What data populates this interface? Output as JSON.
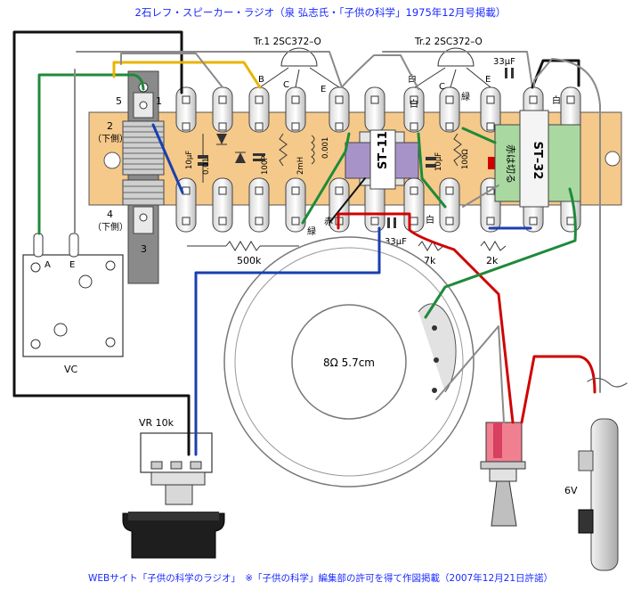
{
  "header": {
    "title": "2石レフ・スピーカー・ラジオ（泉 弘志氏・「子供の科学」1975年12月号掲載）"
  },
  "footer": {
    "text": "WEBサイト「子供の科学のラジオ」　※「子供の科学」編集部の許可を得て作図掲載（2007年12月21日許諾）"
  },
  "transistors": {
    "tr1": "Tr.1 2SC372–O",
    "tr2": "Tr.2 2SC372–O"
  },
  "pins": {
    "b1": "B",
    "c1": "C",
    "e1": "E",
    "b2": "白",
    "c2": "C",
    "e2": "E"
  },
  "coil": {
    "pin5": "5",
    "pin1": "1",
    "pin2": "2",
    "pin2_sub": "（下側）",
    "pin4": "4",
    "pin4_sub": "（下側）",
    "pin3": "3"
  },
  "capacitors": {
    "c_10uF_a": "10μF",
    "c_001_a": "0.01",
    "c_100p": "100P",
    "c_2mH": "2mH",
    "c_001_b": "0.001",
    "c_10uF_b": "10μF",
    "c_33uF_a": "33μF",
    "c_33uF_b": "33μF",
    "r_100": "100Ω"
  },
  "transformers": {
    "st11": "ST–11",
    "st32": "ST–32",
    "cut_red": "赤は切る"
  },
  "wire_labels": {
    "midori_a": "緑",
    "midori_b": "緑",
    "aka": "赤",
    "shiro_a": "白",
    "shiro_b": "白",
    "shiro_c": "白"
  },
  "resistors": {
    "r500k": "500k",
    "r7k": "7k",
    "r2k": "2k"
  },
  "vc": {
    "label": "VC",
    "pin_a": "A",
    "pin_e": "E"
  },
  "speaker": {
    "label": "8Ω  5.7cm"
  },
  "vr": {
    "label": "VR 10k"
  },
  "battery": {
    "label": "6V"
  },
  "colors": {
    "board": "#f5c98a",
    "wire_red": "#d00000",
    "wire_blue": "#1a3fb0",
    "wire_green": "#1f8a3a",
    "wire_yellow": "#e8b400",
    "title_blue": "#1a2aff"
  }
}
